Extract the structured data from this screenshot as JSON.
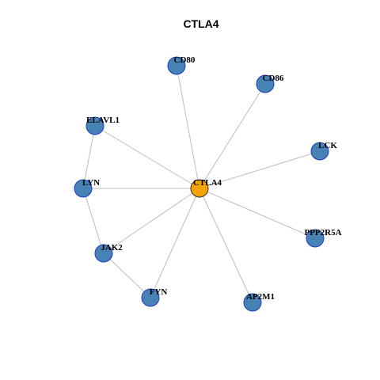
{
  "title": "CTLA4",
  "colors": {
    "center_fill": "#F5A300",
    "center_stroke": "#333333",
    "node_fill": "#4682B4",
    "node_stroke": "#1E3CC8",
    "edge": "#BDBDBD"
  },
  "nodes": [
    {
      "id": "CTLA4",
      "label": "CTLA4",
      "type": "center"
    },
    {
      "id": "CD80",
      "label": "CD80",
      "type": "neighbor"
    },
    {
      "id": "CD86",
      "label": "CD86",
      "type": "neighbor"
    },
    {
      "id": "ELAVL1",
      "label": "ELAVL1",
      "type": "neighbor"
    },
    {
      "id": "LCK",
      "label": "LCK",
      "type": "neighbor"
    },
    {
      "id": "LYN",
      "label": "LYN",
      "type": "neighbor"
    },
    {
      "id": "PPP2R5A",
      "label": "PPP2R5A",
      "type": "neighbor"
    },
    {
      "id": "JAK2",
      "label": "JAK2",
      "type": "neighbor"
    },
    {
      "id": "FYN",
      "label": "FYN",
      "type": "neighbor"
    },
    {
      "id": "AP2M1",
      "label": "AP2M1",
      "type": "neighbor"
    }
  ],
  "edges": [
    [
      "CTLA4",
      "CD80"
    ],
    [
      "CTLA4",
      "CD86"
    ],
    [
      "CTLA4",
      "ELAVL1"
    ],
    [
      "CTLA4",
      "LCK"
    ],
    [
      "CTLA4",
      "LYN"
    ],
    [
      "CTLA4",
      "PPP2R5A"
    ],
    [
      "CTLA4",
      "JAK2"
    ],
    [
      "CTLA4",
      "FYN"
    ],
    [
      "CTLA4",
      "AP2M1"
    ],
    [
      "ELAVL1",
      "LYN"
    ],
    [
      "LYN",
      "JAK2"
    ],
    [
      "JAK2",
      "FYN"
    ]
  ]
}
